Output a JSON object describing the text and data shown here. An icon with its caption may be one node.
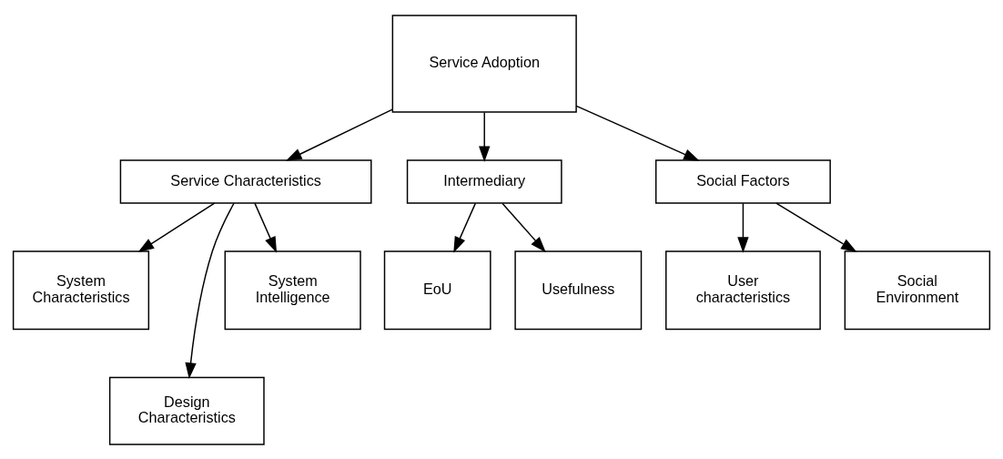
{
  "diagram": {
    "nodes": [
      {
        "text": [
          "Service Adoption"
        ]
      },
      {
        "text": [
          "Service Characteristics"
        ]
      },
      {
        "text": [
          "Intermediary"
        ]
      },
      {
        "text": [
          "Social Factors"
        ]
      },
      {
        "text": [
          "EoU"
        ]
      },
      {
        "text": [
          "Usefulness"
        ]
      },
      {
        "text": [
          "System Characteristics"
        ]
      },
      {
        "text": [
          "Design Characteristics"
        ]
      },
      {
        "text": [
          "System Intelligence"
        ]
      },
      {
        "text": [
          "User characteristics"
        ]
      },
      {
        "text": [
          "Social Environment"
        ]
      }
    ],
    "edges": [
      {
        "from": 0,
        "to": 1,
        "arrow": "to"
      },
      {
        "from": 0,
        "to": 2,
        "arrow": "to"
      },
      {
        "from": 0,
        "to": 3,
        "arrow": "to"
      },
      {
        "from": 1,
        "to": 6,
        "arrow": "to"
      },
      {
        "from": 1,
        "to": 7,
        "arrow": "to"
      },
      {
        "from": 1,
        "to": 8,
        "arrow": "to"
      },
      {
        "from": 2,
        "to": 4,
        "arrow": "to"
      },
      {
        "from": 2,
        "to": 5,
        "arrow": "to"
      },
      {
        "from": 3,
        "to": 9,
        "arrow": "to"
      },
      {
        "from": 3,
        "to": 10,
        "arrow": "to"
      }
    ]
  }
}
